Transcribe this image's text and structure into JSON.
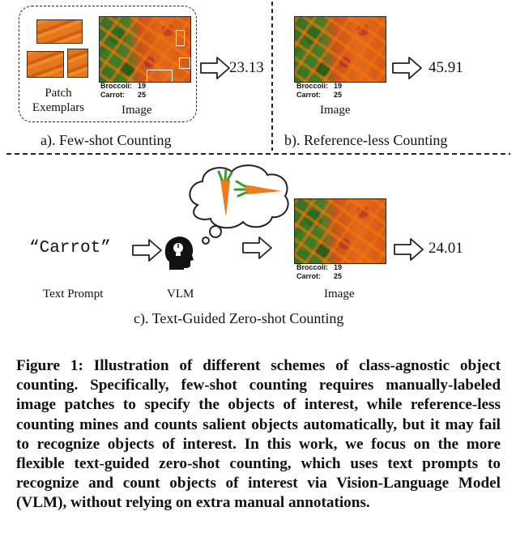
{
  "panel_a": {
    "patch_label_line1": "Patch",
    "patch_label_line2": "Exemplars",
    "image_label": "Image",
    "broccoli_label": "Broccoli:",
    "broccoli_value": "19",
    "carrot_label": "Carrot:",
    "carrot_value": "25",
    "result": "23.13",
    "subtitle": "a). Few-shot Counting"
  },
  "panel_b": {
    "image_label": "Image",
    "broccoli_label": "Broccoli:",
    "broccoli_value": "19",
    "carrot_label": "Carrot:",
    "carrot_value": "25",
    "result": "45.91",
    "subtitle": "b). Reference-less Counting"
  },
  "panel_c": {
    "prompt_text": "“Carrot”",
    "prompt_label": "Text Prompt",
    "vlm_label": "VLM",
    "image_label": "Image",
    "broccoli_label": "Broccoli:",
    "broccoli_value": "19",
    "carrot_label": "Carrot:",
    "carrot_value": "25",
    "result": "24.01",
    "subtitle": "c). Text-Guided Zero-shot Counting"
  },
  "caption": {
    "text": "Figure 1: Illustration of different schemes of class-agnostic object counting. Specifically, few-shot counting requires manually-labeled image patches to specify the objects of interest, while reference-less counting mines and counts salient objects automatically, but it may fail to recognize objects of interest. In this work, we focus on the more flexible text-guided zero-shot counting, which uses text prompts to recognize and count objects of interest via Vision-Language Model (VLM), without relying on extra manual annotations."
  },
  "icons": [
    "arrow-right-icon",
    "head-lightbulb-icon",
    "thought-bubble-icon",
    "carrot-icon"
  ]
}
